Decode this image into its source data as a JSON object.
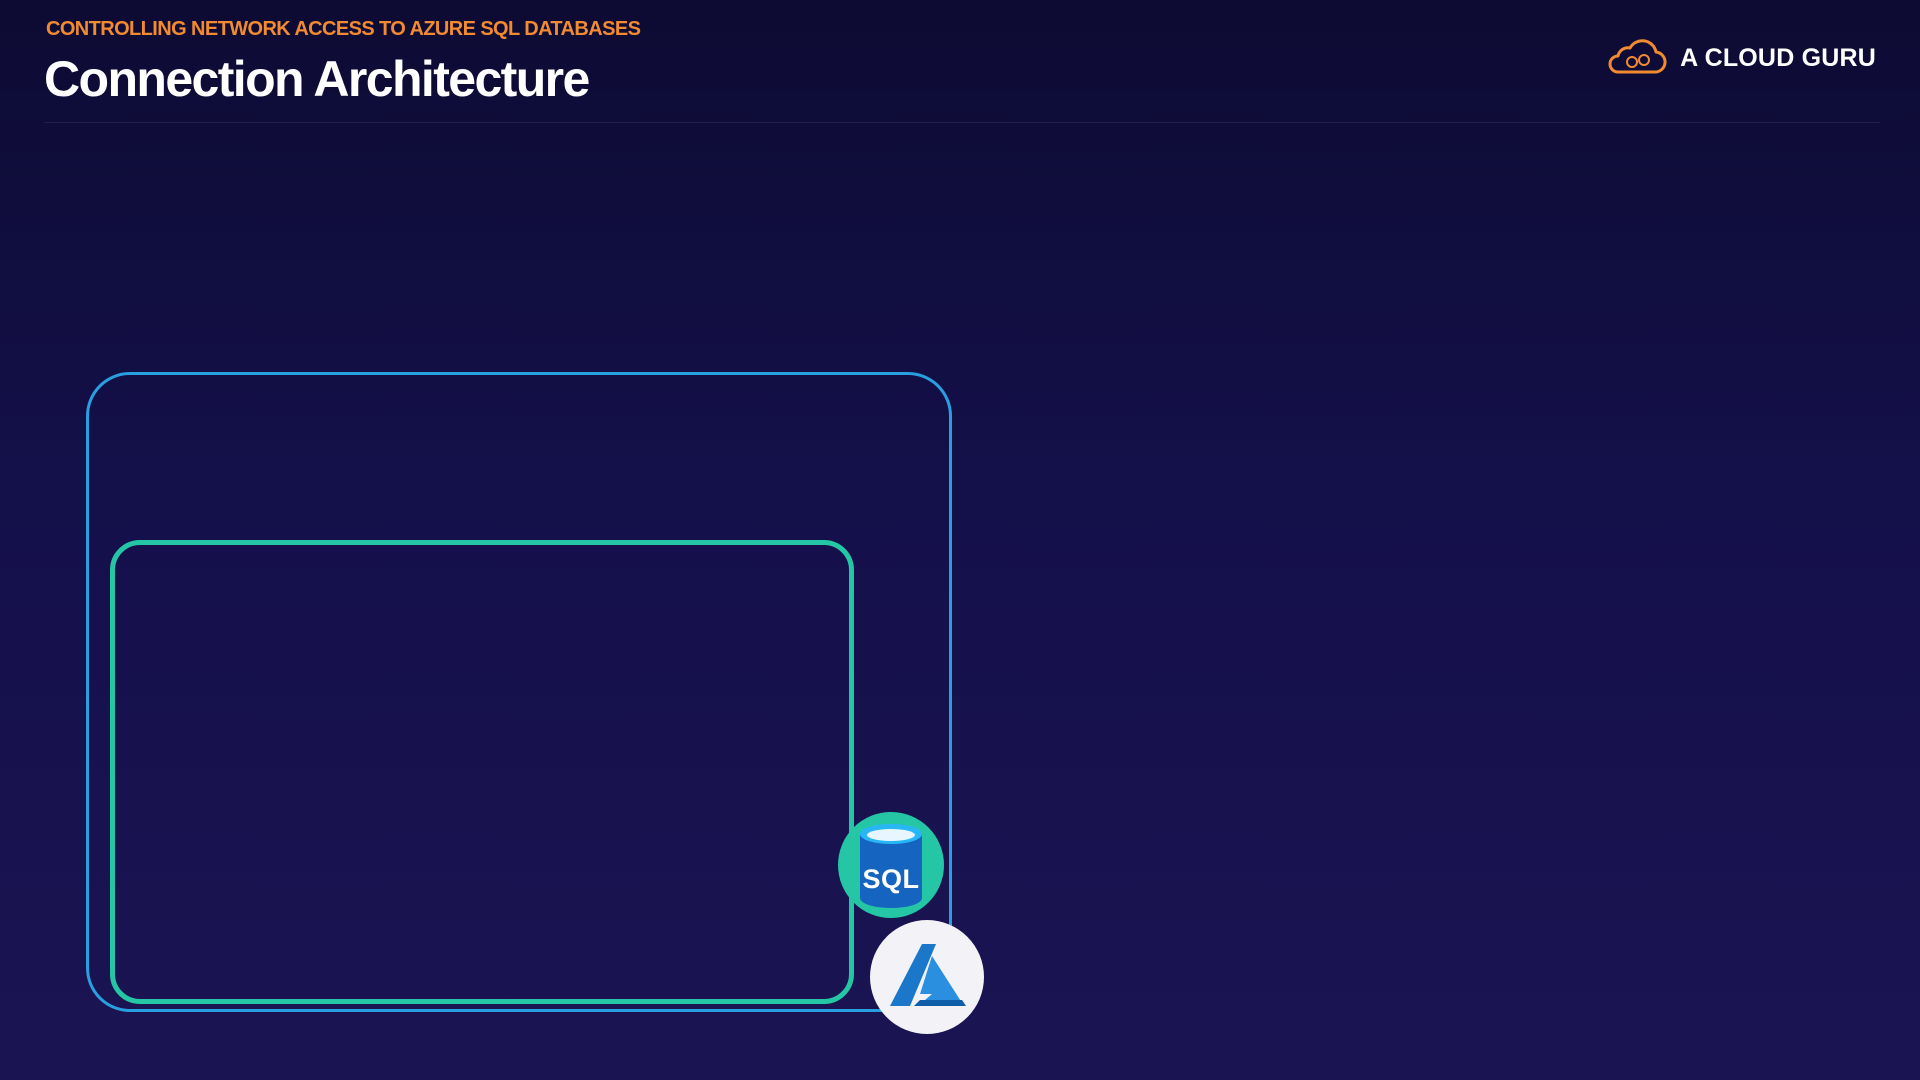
{
  "header": {
    "eyebrow": "CONTROLLING NETWORK ACCESS TO AZURE SQL DATABASES",
    "title": "Connection Architecture"
  },
  "brand": {
    "name": "A CLOUD GURU",
    "icon": "cloud-icon",
    "color": "#f18a30"
  },
  "diagram": {
    "outer_color": "#2a9fe0",
    "inner_color": "#25c6a6",
    "sql_label": "SQL",
    "sql_icon": "sql-database-icon",
    "azure_icon": "azure-logo-icon"
  }
}
